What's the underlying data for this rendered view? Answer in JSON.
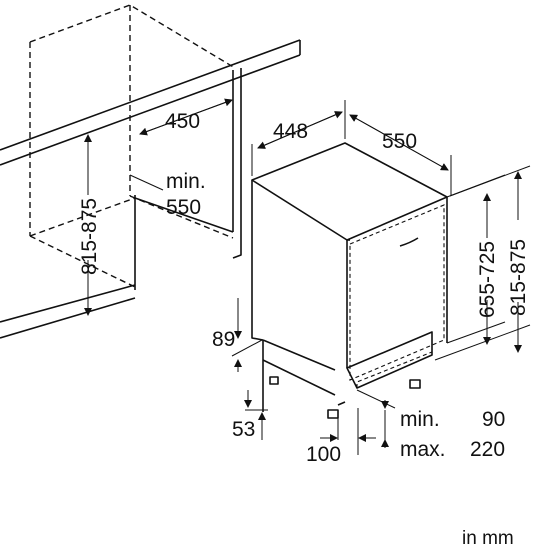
{
  "diagram": {
    "dimensions": {
      "niche_depth": "450",
      "niche_width_min": "min.",
      "niche_width_val": "550",
      "niche_height": "815-875",
      "appliance_width": "448",
      "appliance_depth": "550",
      "door_height": "655-725",
      "total_height": "815-875",
      "plinth_height": "89",
      "foot_height": "53",
      "foot_offset": "100",
      "plinth_min_label": "min.",
      "plinth_min_val": "90",
      "plinth_max_label": "max.",
      "plinth_max_val": "220"
    },
    "unit_note": "in mm"
  }
}
